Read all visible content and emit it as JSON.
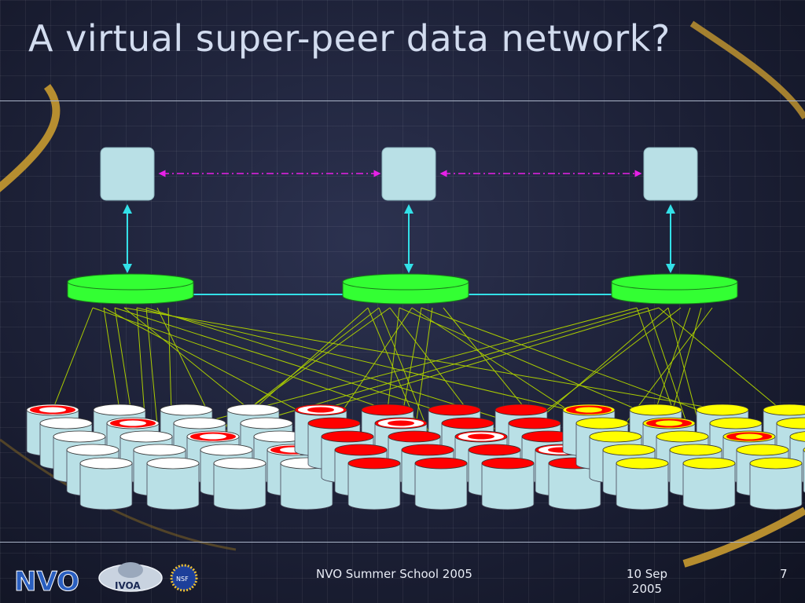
{
  "slide": {
    "title": "A virtual super-peer data network?",
    "footer_text": "NVO Summer School 2005",
    "footer_date": "10 Sep 2005",
    "page_number": "7"
  },
  "colors": {
    "server_box": "#b9e0e6",
    "super_peer": "#33ff33",
    "peer_white": "#ffffff",
    "peer_red": "#ff0000",
    "peer_yellow": "#ffff00",
    "peer_side": "#b9e0e6",
    "link_server_peer": "#33e0e8",
    "link_server_server": "#e820e8",
    "link_super_leaf": "#aacc00"
  },
  "logos": {
    "nvo": "NVO",
    "ivoa": "IVOA",
    "nsf": "NSF"
  }
}
